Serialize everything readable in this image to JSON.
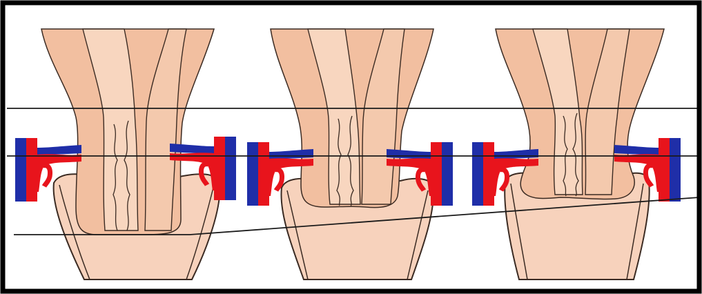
{
  "figure": {
    "panels": [
      {
        "id": "panel-1",
        "stage": "descended"
      },
      {
        "id": "panel-2",
        "stage": "intermediate"
      },
      {
        "id": "panel-3",
        "stage": "retracted"
      }
    ],
    "colors": {
      "frame": "#000000",
      "tissue_outer": "#f2bfa0",
      "tissue_inner": "#f8d6bf",
      "cup": "#f7d2bc",
      "outline": "#3a2a22",
      "artery": "#e8141c",
      "vein": "#1f2ea8",
      "reference_line": "#1a1a1a"
    }
  }
}
